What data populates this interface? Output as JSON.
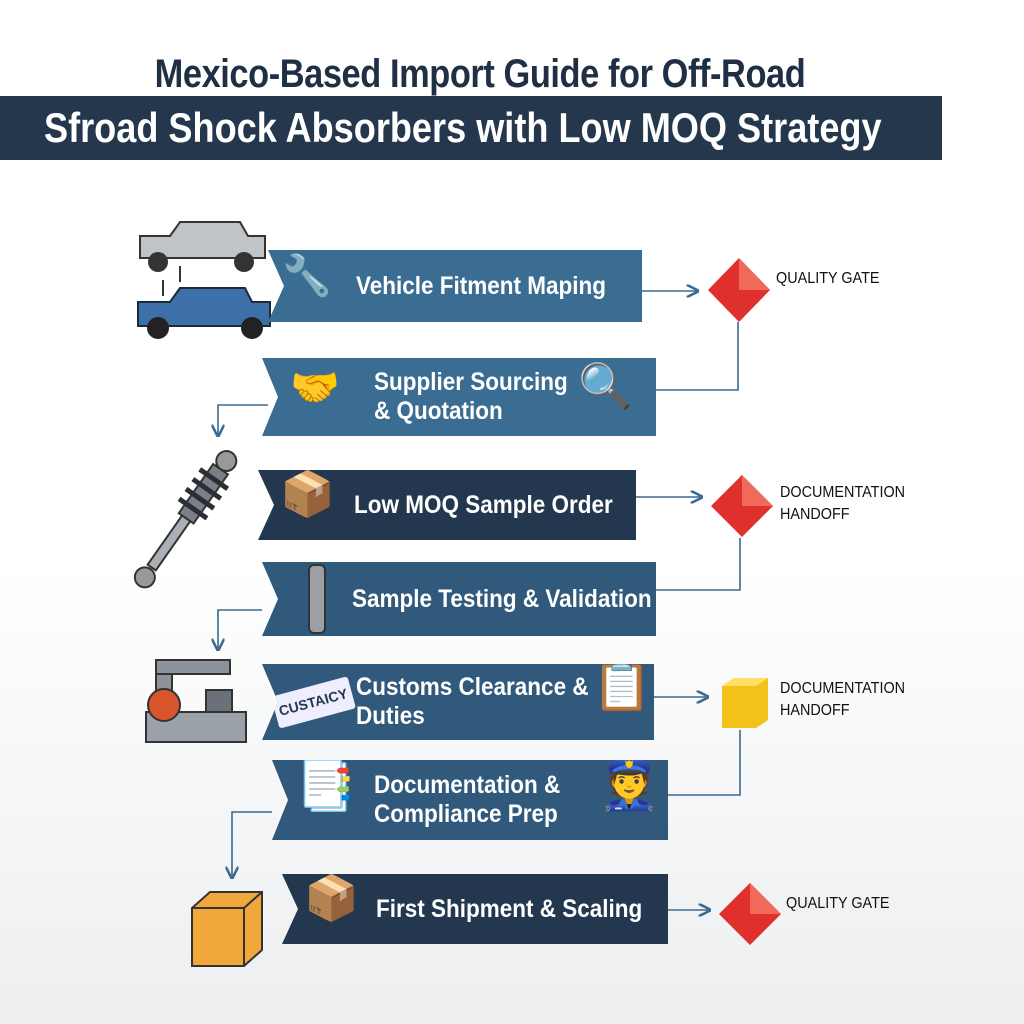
{
  "title": {
    "line1": "Mexico-Based Import Guide for Off-Road",
    "line2": "Sfroad Shock Absorbers with Low MOQ Strategy"
  },
  "steps": [
    {
      "label": "Vehicle Fitment Maping",
      "icon": "wrench-icon"
    },
    {
      "label": "Supplier Sourcing\n& Quotation",
      "icon": "handshake-icon"
    },
    {
      "label": "Low MOQ Sample Order",
      "icon": "box-icon"
    },
    {
      "label": "Sample Testing & Validation",
      "icon": "shock-icon"
    },
    {
      "label": "Customs Clearance &\nDuties",
      "icon": "customs-stamp-icon"
    },
    {
      "label": "Documentation &\nCompliance Prep",
      "icon": "documents-icon"
    },
    {
      "label": "First Shipment & Scaling",
      "icon": "box-icon"
    }
  ],
  "gates": [
    {
      "label": "QUALITY GATE",
      "shape": "red-diamond"
    },
    {
      "label": "DOCUMENTATION\nHANDOFF",
      "shape": "red-diamond"
    },
    {
      "label": "DOCUMENTATION\nHANDOFF",
      "shape": "yellow-cube"
    },
    {
      "label": "QUALITY GATE",
      "shape": "red-diamond"
    }
  ],
  "colors": {
    "navy": "#23384f",
    "blue": "#30597b",
    "light_blue": "#3b6d93",
    "gate_red": "#e0302e",
    "gate_yellow": "#f2c21b"
  }
}
